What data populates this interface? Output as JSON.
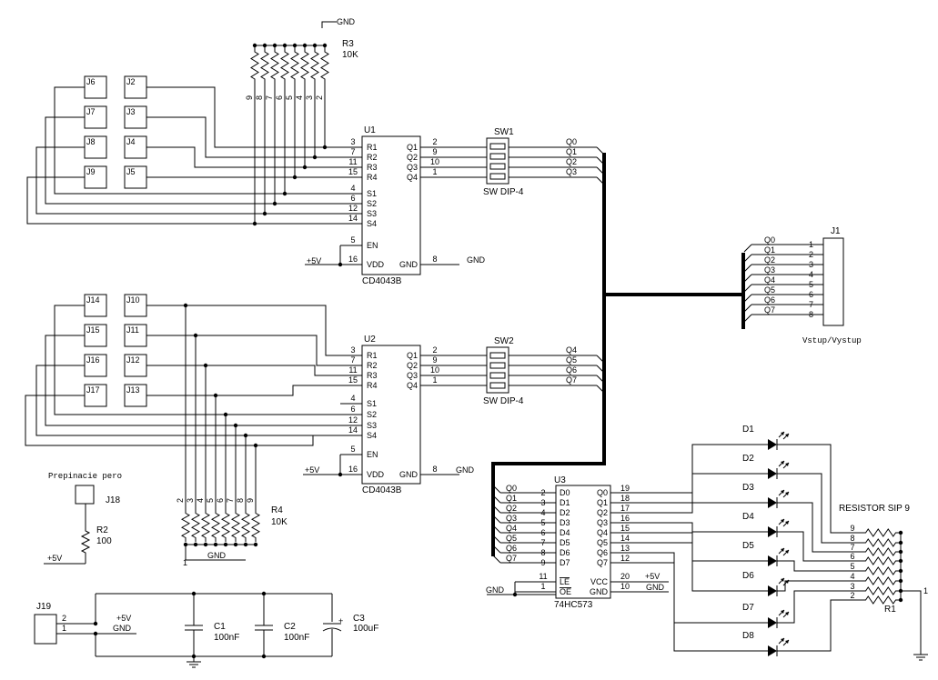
{
  "gnd": "GND",
  "vcc": "+5V",
  "r3": {
    "ref": "R3",
    "value": "10K",
    "pins": [
      "9",
      "8",
      "7",
      "6",
      "5",
      "4",
      "3",
      "2"
    ]
  },
  "r4": {
    "ref": "R4",
    "value": "10K",
    "pins": [
      "2",
      "3",
      "4",
      "5",
      "6",
      "7",
      "8",
      "9"
    ],
    "pin1": "1"
  },
  "jumpers_top": [
    "J6",
    "J2",
    "J7",
    "J3",
    "J8",
    "J4",
    "J9",
    "J5"
  ],
  "jumpers_bottom": [
    "J14",
    "J10",
    "J15",
    "J11",
    "J16",
    "J12",
    "J17",
    "J13"
  ],
  "u1": {
    "ref": "U1",
    "part": "CD4043B",
    "left": [
      [
        "3",
        "R1"
      ],
      [
        "7",
        "R2"
      ],
      [
        "11",
        "R3"
      ],
      [
        "15",
        "R4"
      ],
      [
        "4",
        "S1"
      ],
      [
        "6",
        "S2"
      ],
      [
        "12",
        "S3"
      ],
      [
        "14",
        "S4"
      ],
      [
        "5",
        "EN"
      ],
      [
        "16",
        "VDD"
      ]
    ],
    "right": [
      [
        "2",
        "Q1"
      ],
      [
        "9",
        "Q2"
      ],
      [
        "10",
        "Q3"
      ],
      [
        "1",
        "Q4"
      ]
    ],
    "gnd_pin": "8",
    "gnd_lbl": "GND"
  },
  "u2": {
    "ref": "U2",
    "part": "CD4043B",
    "left": [
      [
        "3",
        "R1"
      ],
      [
        "7",
        "R2"
      ],
      [
        "11",
        "R3"
      ],
      [
        "15",
        "R4"
      ],
      [
        "4",
        "S1"
      ],
      [
        "6",
        "S2"
      ],
      [
        "12",
        "S3"
      ],
      [
        "14",
        "S4"
      ],
      [
        "5",
        "EN"
      ],
      [
        "16",
        "VDD"
      ]
    ],
    "right": [
      [
        "2",
        "Q1"
      ],
      [
        "9",
        "Q2"
      ],
      [
        "10",
        "Q3"
      ],
      [
        "1",
        "Q4"
      ]
    ],
    "gnd_pin": "8",
    "gnd_lbl": "GND"
  },
  "sw1": {
    "ref": "SW1",
    "part": "SW DIP-4",
    "nets": [
      "Q0",
      "Q1",
      "Q2",
      "Q3"
    ]
  },
  "sw2": {
    "ref": "SW2",
    "part": "SW DIP-4",
    "nets": [
      "Q4",
      "Q5",
      "Q6",
      "Q7"
    ]
  },
  "j1": {
    "ref": "J1",
    "caption": "Vstup/Vystup",
    "nets": [
      "Q0",
      "Q1",
      "Q2",
      "Q3",
      "Q4",
      "Q5",
      "Q6",
      "Q7"
    ],
    "pins": [
      "1",
      "2",
      "3",
      "4",
      "5",
      "6",
      "7",
      "8"
    ]
  },
  "u3": {
    "ref": "U3",
    "part": "74HC573",
    "left": [
      [
        "2",
        "D0"
      ],
      [
        "3",
        "D1"
      ],
      [
        "4",
        "D2"
      ],
      [
        "5",
        "D3"
      ],
      [
        "6",
        "D4"
      ],
      [
        "7",
        "D5"
      ],
      [
        "8",
        "D6"
      ],
      [
        "9",
        "D7"
      ]
    ],
    "right": [
      [
        "19",
        "Q0"
      ],
      [
        "18",
        "Q1"
      ],
      [
        "17",
        "Q2"
      ],
      [
        "16",
        "Q3"
      ],
      [
        "15",
        "Q4"
      ],
      [
        "14",
        "Q5"
      ],
      [
        "13",
        "Q6"
      ],
      [
        "12",
        "Q7"
      ]
    ],
    "le_pin": "11",
    "le": "LE",
    "oe_pin": "1",
    "oe": "OE",
    "vcc_pin": "20",
    "vcc": "VCC",
    "gnd_pin": "10",
    "gnd": "GND",
    "nets": [
      "Q0",
      "Q1",
      "Q2",
      "Q3",
      "Q4",
      "Q5",
      "Q6",
      "Q7"
    ]
  },
  "leds": [
    "D1",
    "D2",
    "D3",
    "D4",
    "D5",
    "D6",
    "D7",
    "D8"
  ],
  "r1": {
    "title": "RESISTOR SIP 9",
    "ref": "R1",
    "pins": [
      "9",
      "8",
      "7",
      "6",
      "5",
      "4",
      "3",
      "2"
    ],
    "pin1": "1"
  },
  "switch": {
    "caption": "Prepinacie pero",
    "ref": "J18"
  },
  "r2": {
    "ref": "R2",
    "value": "100"
  },
  "j19": {
    "ref": "J19",
    "pins": [
      "2",
      "1"
    ]
  },
  "c1": {
    "ref": "C1",
    "value": "100nF"
  },
  "c2": {
    "ref": "C2",
    "value": "100nF"
  },
  "c3": {
    "ref": "C3",
    "value": "100uF",
    "plus": "+"
  }
}
